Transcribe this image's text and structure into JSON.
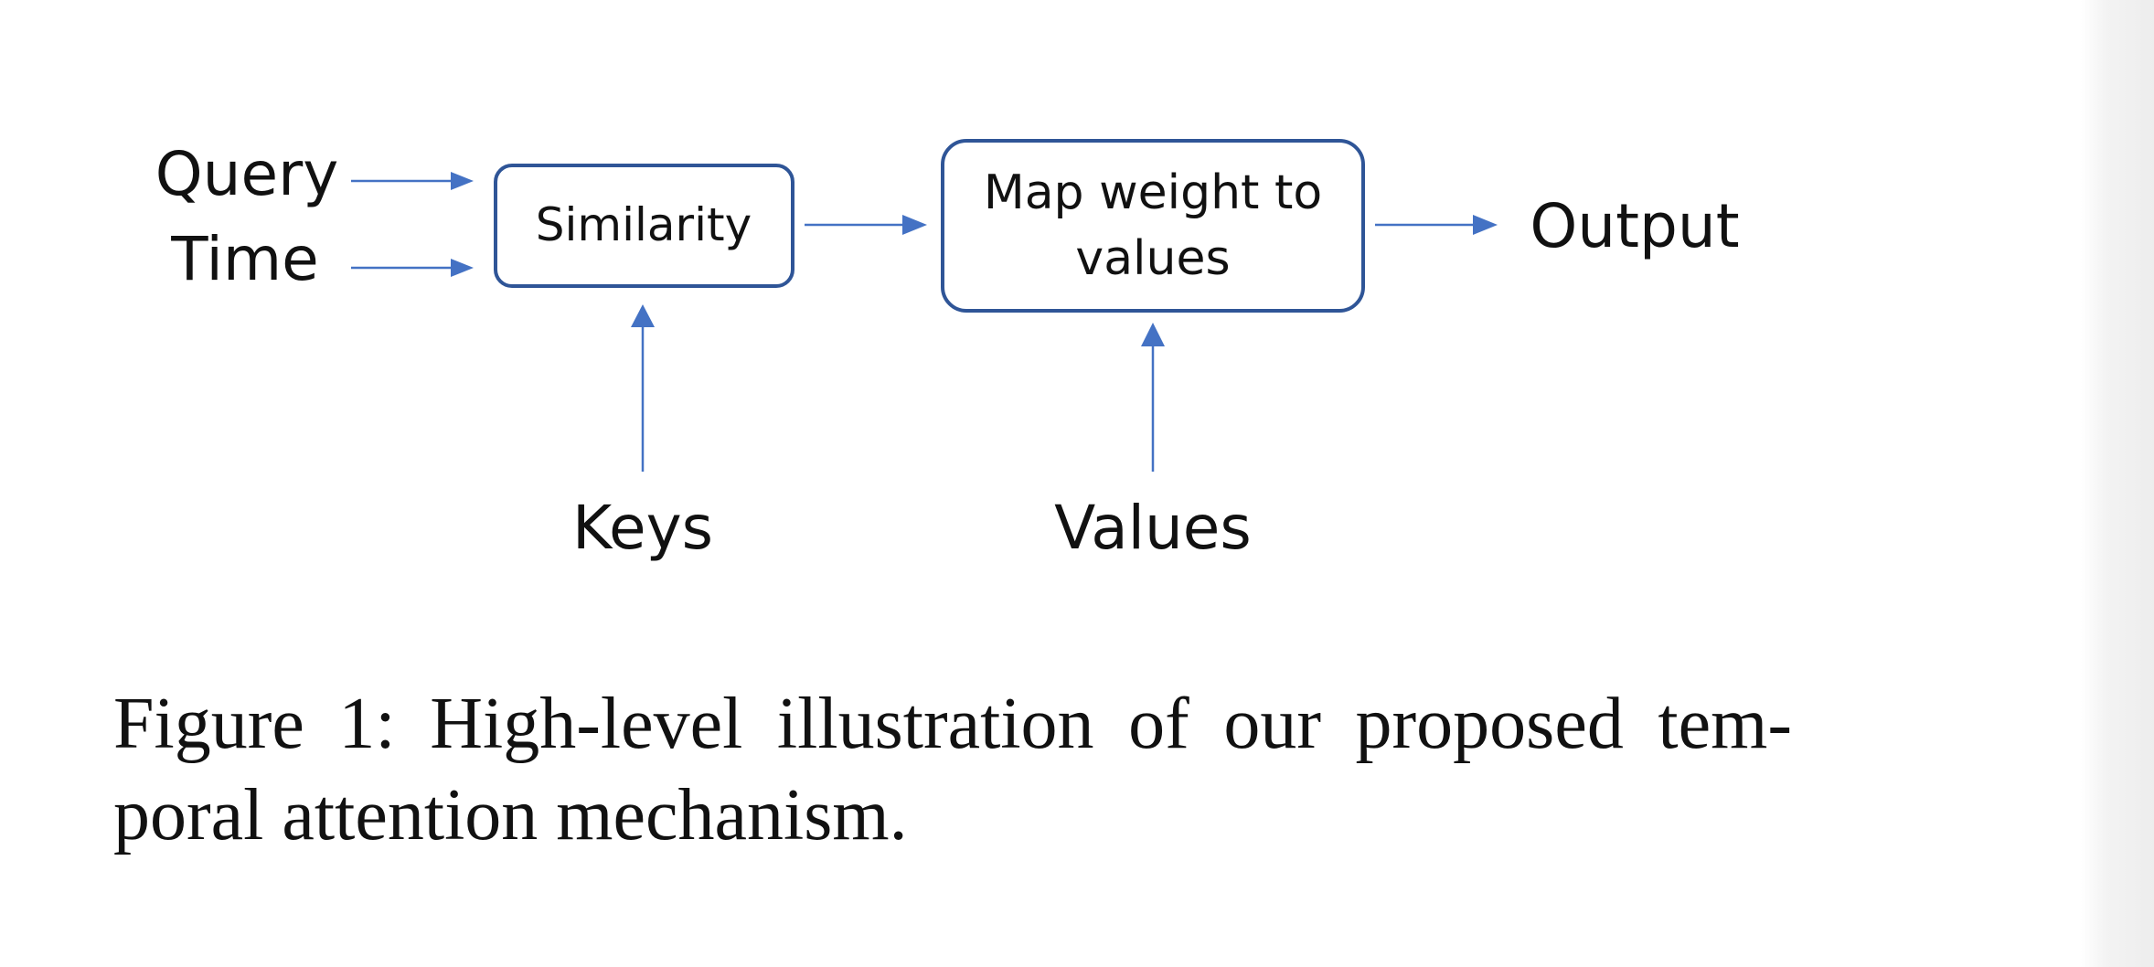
{
  "diagram": {
    "inputs": {
      "query": "Query",
      "time": "Time"
    },
    "boxes": {
      "similarity": "Similarity",
      "map_line1": "Map weight to",
      "map_line2": "values"
    },
    "side_inputs": {
      "keys": "Keys",
      "values": "Values"
    },
    "output": "Output"
  },
  "colors": {
    "arrow": "#4472C4",
    "box_border": "#2F5597",
    "text": "#111111"
  },
  "caption": {
    "line1": "Figure 1:  High-level illustration of our proposed tem-",
    "line2": "poral attention mechanism."
  }
}
